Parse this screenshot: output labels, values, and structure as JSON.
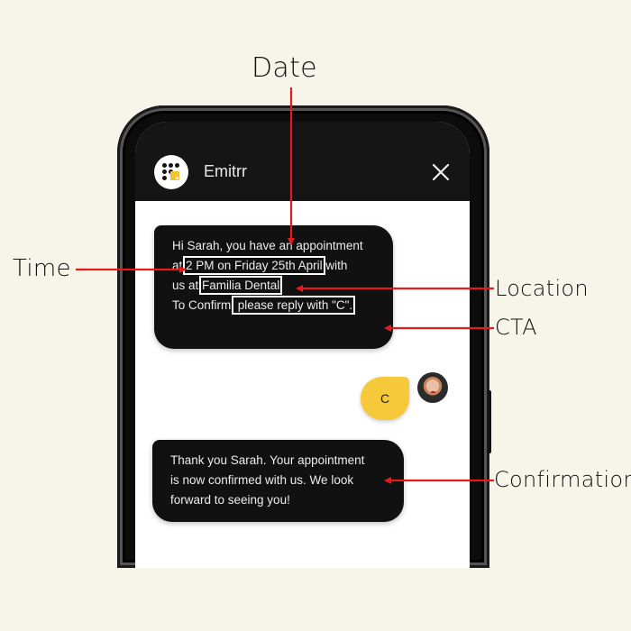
{
  "app": {
    "title": "Emitrr",
    "close_icon": "close-icon",
    "logo_icon": "emitrr-logo-icon"
  },
  "messages": [
    {
      "sender": "business",
      "lines": [
        "Hi Sarah, you have an appointment",
        "at 2 PM on Friday 25th April with",
        "us at Familia Dental.",
        "",
        "To Confirm, please reply with \"C\"."
      ],
      "parts": {
        "greeting": "Hi Sarah, you have an appointment",
        "at_prefix": "at ",
        "date_time": "2 PM on Friday 25th April",
        "with": " with",
        "us_at": "us at ",
        "location": "Familia Dental",
        "period": ".",
        "confirm_prefix": "To Confirm,",
        "cta": " please reply with \"C\"."
      }
    },
    {
      "sender": "customer",
      "text": "C",
      "avatar": "user-avatar"
    },
    {
      "sender": "business",
      "lines": [
        "Thank you Sarah. Your appointment",
        "is now confirmed with us. We look",
        "forward to seeing you!"
      ]
    }
  ],
  "annotations": {
    "date": "Date",
    "time": "Time",
    "location": "Location",
    "cta": "CTA",
    "confirmation": "Confirmation"
  },
  "colors": {
    "background": "#f7f4ea",
    "header": "#151515",
    "bubble": "#111111",
    "reply_bubble": "#f5c93a",
    "arrow": "#e51a1a",
    "brand_accent": "#f2c230"
  }
}
